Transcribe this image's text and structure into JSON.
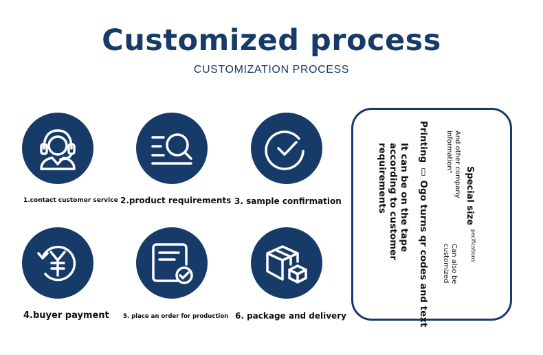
{
  "header": {
    "title": "Customized process",
    "subtitle": "CUSTOMIZATION PROCESS"
  },
  "steps": [
    {
      "label": "1.contact customer service",
      "icon": "headset-agent-icon"
    },
    {
      "label": "2.product requirements",
      "icon": "search-list-icon"
    },
    {
      "label": "3. sample confirmation",
      "icon": "checkmark-circle-icon"
    },
    {
      "label": "4.buyer payment",
      "icon": "yuan-refund-icon"
    },
    {
      "label": "5. place an order for production",
      "icon": "document-check-icon"
    },
    {
      "label": "6. package and delivery",
      "icon": "boxes-icon"
    }
  ],
  "specs": {
    "heading_main": "Special size",
    "heading_rest": "pecifications",
    "can_also": "Can also be customized",
    "company_info": "And other company information\"",
    "printing": "Printing ▯ Ogo turns qr codes and text",
    "tape": "It can be on the tape according to customer requirements"
  },
  "colors": {
    "navy": "#173b68",
    "text": "#111111",
    "background": "#ffffff"
  }
}
